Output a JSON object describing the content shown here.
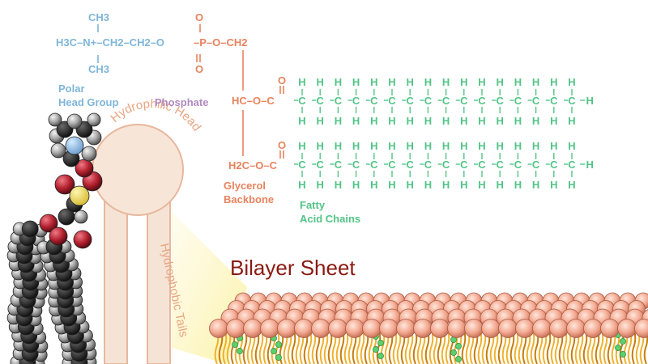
{
  "diagram": {
    "bilayer_title": "Bilayer Sheet",
    "head_label": "Hydrophilic Head",
    "tails_label": "Hydrophobic Tails",
    "labels": {
      "polar_head": [
        "Polar",
        "Head Group"
      ],
      "phosphate": "Phosphate",
      "glycerol": [
        "Glycerol",
        "Backbone"
      ],
      "fatty": [
        "Fatty",
        "Acid Chains"
      ]
    },
    "formula": {
      "choline_top": "CH3",
      "choline_left": "H3C–N+–CH2–CH2–O",
      "choline_bottom": "CH3",
      "phosphate_chain": "–P–O–CH2",
      "phosphate_o_top": "O",
      "phosphate_o_bottom": "O",
      "glycerol_top_left": "HC–O–C",
      "glycerol_bottom_left": "H2C–O–C",
      "carbonyl_o": "O",
      "chain_units": 16
    },
    "colors": {
      "head": "#7fb6d8",
      "phosphate": "#b08ac0",
      "glycerol": "#e8835e",
      "chains": "#52c486",
      "title": "#8b1a12",
      "lipid_head": "#f0a48e",
      "lipid_tail": "#e9a21c"
    }
  }
}
